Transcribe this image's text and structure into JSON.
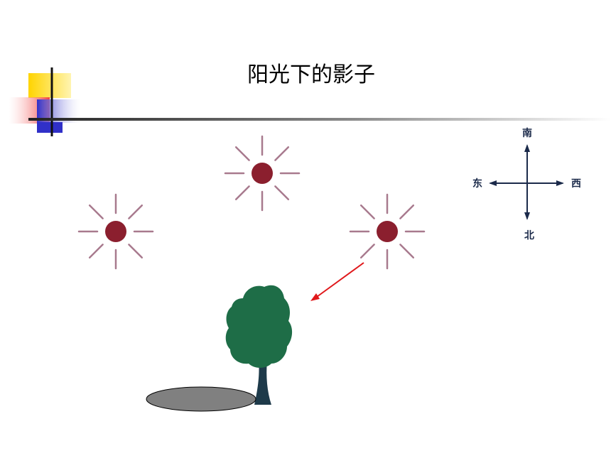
{
  "slide": {
    "title": "阳光下的影子"
  },
  "compass": {
    "top_label": "南",
    "left_label": "东",
    "right_label": "西",
    "bottom_label": "北",
    "color": "#1b2a4a"
  },
  "colors": {
    "sun": "#8b1f2e",
    "sun_rays": "#a87a8e",
    "arrow": "#e0181b",
    "tree_canopy": "#1e6d47",
    "tree_trunk": "#1e3a4a",
    "shadow_fill": "#808080",
    "deco_yellow": "#ffd400",
    "deco_red": "#f04040",
    "deco_blue": "#3030c8"
  }
}
